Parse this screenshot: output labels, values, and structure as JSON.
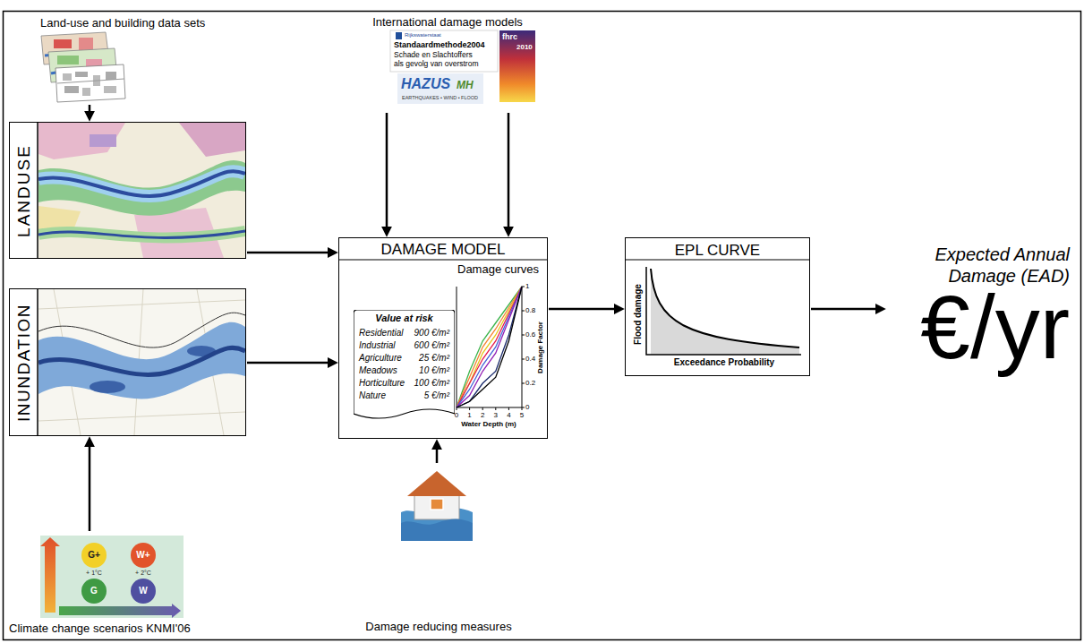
{
  "diagram": {
    "nodes": [
      {
        "text": [
          "Land-use and building data sets"
        ]
      },
      {
        "text": [
          "International damage models"
        ]
      },
      {
        "text": [
          "LANDUSE"
        ]
      },
      {
        "text": [
          "DAMAGE MODEL",
          "Damage curves"
        ]
      },
      {
        "text": [
          "Value at risk",
          "Residential",
          "900 €/m²",
          "Industrial",
          "600 €/m²",
          "Agriculture",
          "25 €/m²",
          "Meadows",
          "10 €/m²",
          "Horticulture",
          "100 €/m²",
          "Nature",
          "5 €/m²"
        ],
        "in": 3
      },
      {
        "text": [
          "EPL CURVE",
          "Flood damage",
          "Exceedance Probability"
        ]
      },
      {
        "text": [
          "Expected Annual Damage (EAD)",
          "€/yr"
        ]
      },
      {
        "text": [
          "INUNDATION"
        ]
      },
      {
        "text": [
          "Climate change scenarios KNMI'06"
        ]
      },
      {
        "text": [
          "Damage reducing measures"
        ]
      }
    ],
    "edges": [
      {
        "from": 0,
        "to": 2,
        "arrow": "to"
      },
      {
        "from": 1,
        "to": 3,
        "arrow": "to"
      },
      {
        "from": 1,
        "to": 3,
        "arrow": "to"
      },
      {
        "from": 2,
        "to": 3,
        "arrow": "to"
      },
      {
        "from": 7,
        "to": 3,
        "arrow": "to"
      },
      {
        "from": 8,
        "to": 7,
        "arrow": "to"
      },
      {
        "from": 9,
        "to": 3,
        "arrow": "to"
      },
      {
        "from": 3,
        "to": 5,
        "arrow": "to"
      },
      {
        "from": 5,
        "to": 6,
        "arrow": "to"
      }
    ],
    "labels": [
      "Rijkswaterstaat",
      "Standaardmethode2004",
      "Schade en Slachtoffers",
      "als gevolg van overstrom",
      "fhrc",
      "2010",
      "HAZUS",
      "MH",
      "EARTHQUAKES • WIND • FLOOD",
      "0",
      "1",
      "2",
      "3",
      "4",
      "5",
      "0",
      "0.2",
      "0.4",
      "0.6",
      "0.8",
      "1",
      "Water Depth (m)",
      "Damage Factor",
      "G+",
      "W+",
      "G",
      "W",
      "+ 1°C",
      "+ 2°C"
    ]
  }
}
